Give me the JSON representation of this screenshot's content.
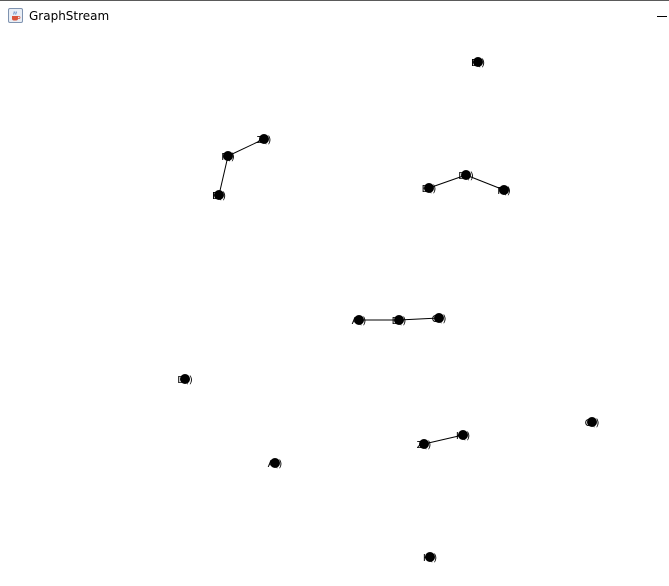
{
  "window": {
    "title": "GraphStream",
    "app_icon": "java-cup-icon",
    "controls": [
      "minimize-button"
    ]
  },
  "graph": {
    "node_color": "#000000",
    "edge_color": "#000000",
    "background": "#ffffff",
    "nodes": [
      {
        "id": "E-top",
        "label": "E()"
      },
      {
        "id": "Z-1",
        "label": "Z()"
      },
      {
        "id": "F-1",
        "label": "F()"
      },
      {
        "id": "E-1",
        "label": "E()"
      },
      {
        "id": "D-1",
        "label": "D()"
      },
      {
        "id": "B-1",
        "label": "B()"
      },
      {
        "id": "F-2",
        "label": "F()"
      },
      {
        "id": "A-1",
        "label": "A()"
      },
      {
        "id": "B-2",
        "label": "B()"
      },
      {
        "id": "C-1",
        "label": "C()"
      },
      {
        "id": "D-2",
        "label": "D()"
      },
      {
        "id": "C-2",
        "label": "C()"
      },
      {
        "id": "Z-2",
        "label": "Z()"
      },
      {
        "id": "K-1",
        "label": "K()"
      },
      {
        "id": "A-2",
        "label": "A()"
      },
      {
        "id": "K-2",
        "label": "K()"
      }
    ],
    "edges": [
      {
        "from": "Z-1",
        "to": "F-1"
      },
      {
        "from": "F-1",
        "to": "E-1"
      },
      {
        "from": "B-1",
        "to": "D-1"
      },
      {
        "from": "D-1",
        "to": "F-2"
      },
      {
        "from": "A-1",
        "to": "B-2"
      },
      {
        "from": "B-2",
        "to": "C-1"
      },
      {
        "from": "Z-2",
        "to": "K-1"
      }
    ]
  }
}
